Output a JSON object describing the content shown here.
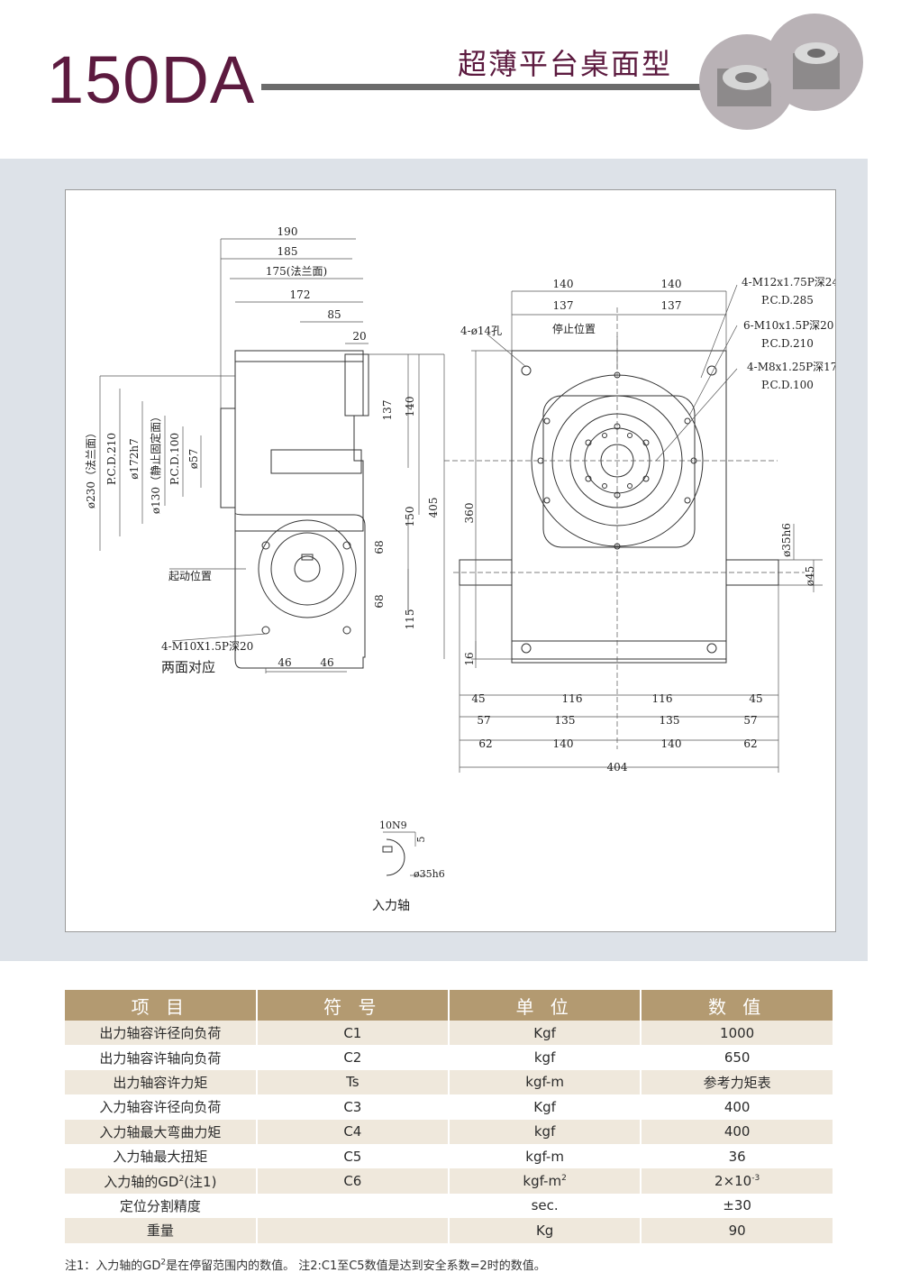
{
  "header": {
    "model": "150DA",
    "subtitle": "超薄平台桌面型"
  },
  "side_view": {
    "dims_top": [
      "190",
      "185",
      "175(法兰面)",
      "172",
      "85",
      "20"
    ],
    "dims_right": [
      "137",
      "140",
      "150",
      "405",
      "68",
      "68",
      "115"
    ],
    "dims_left": [
      "ø230（法兰面）",
      "P.C.D.210",
      "ø172h7",
      "ø130（静止固定面）",
      "P.C.D.100",
      "ø57"
    ],
    "label_start": "起动位置",
    "label_thread": "4-M10X1.5P深20",
    "label_both_sides": "两面对应",
    "dims_bottom": [
      "46",
      "46"
    ]
  },
  "front_view": {
    "dims_top": [
      "140",
      "140",
      "137",
      "137"
    ],
    "label_stop": "停止位置",
    "label_hole": "4-ø14孔",
    "label_m12": "4-M12x1.75P深24",
    "label_pcd285": "P.C.D.285",
    "label_m10": "6-M10x1.5P深20",
    "label_pcd210": "P.C.D.210",
    "label_m8": "4-M8x1.25P深17",
    "label_pcd100": "P.C.D.100",
    "dim_360": "360",
    "dim_35h6": "ø35h6",
    "dim_45": "ø45",
    "dim_16": "16",
    "dims_row1": [
      "45",
      "116",
      "116",
      "45"
    ],
    "dims_row2": [
      "57",
      "135",
      "135",
      "57"
    ],
    "dims_row3": [
      "62",
      "140",
      "140",
      "62"
    ],
    "dim_total": "404"
  },
  "shaft_view": {
    "key": "10N9",
    "depth": "5",
    "dia": "ø35h6",
    "caption": "入力轴"
  },
  "table": {
    "headers": [
      "项 目",
      "符 号",
      "单 位",
      "数 值"
    ],
    "rows": [
      {
        "item": "出力轴容许径向负荷",
        "symbol": "C1",
        "unit": "Kgf",
        "value": "1000"
      },
      {
        "item": "出力轴容许轴向负荷",
        "symbol": "C2",
        "unit": "kgf",
        "value": "650"
      },
      {
        "item": "出力轴容许力矩",
        "symbol": "Ts",
        "unit": "kgf-m",
        "value": "参考力矩表"
      },
      {
        "item": "入力轴容许径向负荷",
        "symbol": "C3",
        "unit": "Kgf",
        "value": "400"
      },
      {
        "item": "入力轴最大弯曲力矩",
        "symbol": "C4",
        "unit": "kgf",
        "value": "400"
      },
      {
        "item": "入力轴最大扭矩",
        "symbol": "C5",
        "unit": "kgf-m",
        "value": "36"
      },
      {
        "item_pre": "入力轴的GD",
        "item_sup": "2",
        "item_post": "(注1)",
        "symbol": "C6",
        "unit_pre": "kgf-m",
        "unit_sup": "2",
        "value_pre": "2×10",
        "value_sup": "-3"
      },
      {
        "item": "定位分割精度",
        "symbol": "",
        "unit": "sec.",
        "value": "±30"
      },
      {
        "item": "重量",
        "symbol": "",
        "unit": "Kg",
        "value": "90"
      }
    ]
  },
  "note": {
    "pre": "注1：入力轴的GD",
    "sup": "2",
    "post": "是在停留范围内的数值。  注2:C1至C5数值是达到安全系数=2时的数值。"
  }
}
